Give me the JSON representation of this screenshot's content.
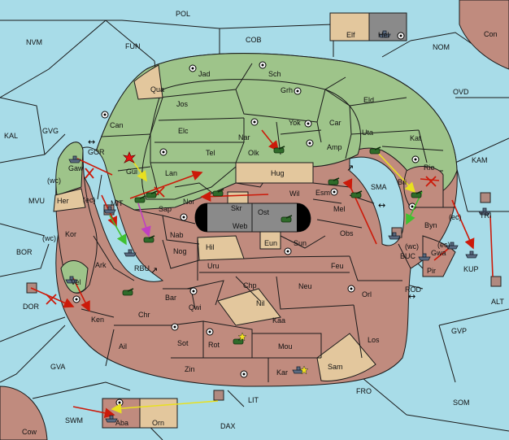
{
  "provinces": {
    "sea": [
      "POL",
      "NVM",
      "FUN",
      "COB",
      "NOM",
      "Con",
      "OVD",
      "KAL",
      "GVG",
      "GOR",
      "KAM",
      "MVU",
      "(wc)",
      "(ec)",
      "BOR",
      "MIT",
      "RBU",
      "SMA",
      "BUC",
      "(wc)",
      "(ec)",
      "TRI",
      "KUP",
      "DOR",
      "ROD",
      "ALT",
      "GVP",
      "GVA",
      "FRO",
      "SOM",
      "LIT",
      "SWM",
      "Cow",
      "DAX"
    ],
    "green": [
      "Jad",
      "Sch",
      "Qua",
      "Jos",
      "Grh",
      "Eld",
      "Can",
      "Yok",
      "Car",
      "Elc",
      "Nar",
      "Uta",
      "Kat",
      "Tel",
      "Olk",
      "Amp",
      "Gaw",
      "Gui",
      "Lan",
      "Hug",
      "Rie",
      "Wil",
      "Esm",
      "Bri",
      "Sap",
      "Nor",
      "Skr",
      "Ost",
      "Web",
      "Mel",
      "Byn",
      "Her",
      "Kor",
      "Nab",
      "Hil",
      "Eun",
      "Sun",
      "Obs",
      "Gwa",
      "Pir",
      "Nog",
      "Ark",
      "Vel",
      "Uru",
      "Feu",
      "Chp",
      "Neu",
      "Orl",
      "Bar",
      "Qwi",
      "Nil",
      "Ken",
      "Chr",
      "Kaa",
      "Ail",
      "Sot",
      "Rot",
      "Los",
      "Mou",
      "Zin",
      "Kar",
      "Sam",
      "Elf",
      "Hel",
      "Aba",
      "Orn"
    ]
  },
  "coast_labels": {
    "wc1": "(wc)",
    "ec1": "(ec)",
    "ec2": "(ec)",
    "wc2": "(wc)",
    "wc3": "(wc)",
    "ec3": "(ec)"
  },
  "colors": {
    "sea": "#a8dce8",
    "green": "#9ec48a",
    "red": "#c08b7e",
    "tan": "#e3c79d",
    "gray": "#8a8a8a",
    "order_move": "#cc1a0a",
    "order_support": "#e8e020",
    "order_convoy": "#c040c0",
    "order_green": "#40c030"
  },
  "icons": {
    "army": "tank-icon",
    "fleet": "ship-icon",
    "explosion": "explosion-icon",
    "star": "star-icon",
    "arrows": "double-arrow-icon"
  }
}
